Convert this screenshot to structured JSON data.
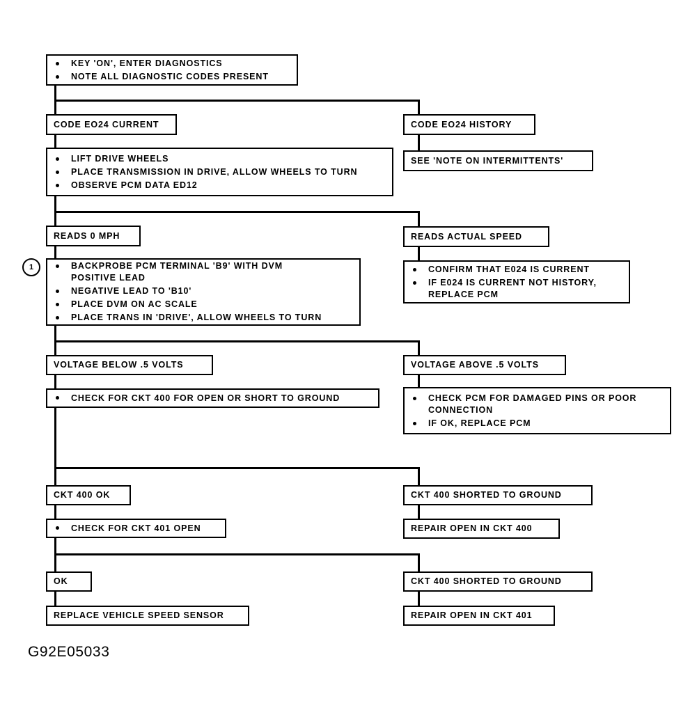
{
  "figure": {
    "caption": "G92E05033",
    "type": "diagnostic-flowchart",
    "line_color": "#000000",
    "background_color": "#ffffff"
  },
  "markers": {
    "note_one": "1"
  },
  "nodes": {
    "start": {
      "bullets": [
        "KEY 'ON', ENTER DIAGNOSTICS",
        "NOTE ALL DIAGNOSTIC CODES PRESENT"
      ]
    },
    "code_current": {
      "text": "CODE EO24 CURRENT"
    },
    "code_history": {
      "text": "CODE EO24 HISTORY"
    },
    "note_intermittents": {
      "text": "SEE 'NOTE ON INTERMITTENTS'"
    },
    "lift_wheels": {
      "bullets": [
        "LIFT DRIVE WHEELS",
        "PLACE TRANSMISSION IN DRIVE, ALLOW WHEELS TO TURN",
        "OBSERVE PCM DATA ED12"
      ]
    },
    "reads_zero": {
      "text": "READS 0 MPH"
    },
    "reads_actual": {
      "text": "READS ACTUAL SPEED"
    },
    "backprobe": {
      "bullets": [
        "BACKPROBE PCM TERMINAL 'B9' WITH DVM\nPOSITIVE LEAD",
        "NEGATIVE LEAD TO 'B10'",
        "PLACE DVM ON AC SCALE",
        "PLACE TRANS IN 'DRIVE', ALLOW WHEELS TO TURN"
      ]
    },
    "confirm_current": {
      "bullets": [
        "CONFIRM THAT E024 IS CURRENT",
        "IF E024 IS CURRENT NOT HISTORY,\nREPLACE PCM"
      ]
    },
    "voltage_below": {
      "text": "VOLTAGE BELOW .5 VOLTS"
    },
    "voltage_above": {
      "text": "VOLTAGE ABOVE .5 VOLTS"
    },
    "check_ckt400": {
      "bullets": [
        "CHECK FOR CKT 400 FOR OPEN OR SHORT TO GROUND"
      ]
    },
    "check_pcm_pins": {
      "bullets": [
        "CHECK PCM FOR DAMAGED PINS OR POOR\nCONNECTION",
        "IF OK, REPLACE PCM"
      ]
    },
    "ckt400_ok": {
      "text": "CKT 400 OK"
    },
    "ckt400_shorted_a": {
      "text": "CKT 400 SHORTED TO GROUND"
    },
    "check_ckt401": {
      "bullets": [
        "CHECK FOR CKT 401 OPEN"
      ]
    },
    "repair_open_400": {
      "text": "REPAIR OPEN IN CKT 400"
    },
    "ok": {
      "text": "OK"
    },
    "ckt400_shorted_b": {
      "text": "CKT 400 SHORTED TO GROUND"
    },
    "replace_vss": {
      "text": "REPLACE VEHICLE SPEED SENSOR"
    },
    "repair_open_401": {
      "text": "REPAIR OPEN IN CKT 401"
    }
  }
}
